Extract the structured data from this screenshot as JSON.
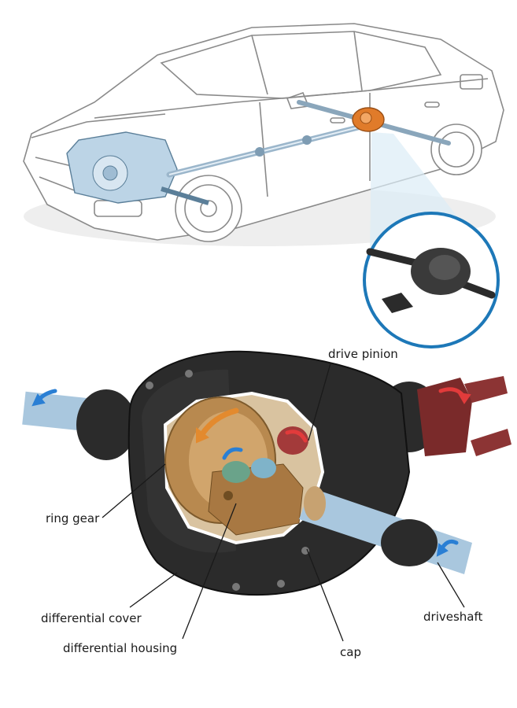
{
  "labels": {
    "drive_pinion": "drive pinion",
    "ring_gear": "ring gear",
    "differential_cover": "differential cover",
    "differential_housing": "differential housing",
    "cap": "cap",
    "driveshaft": "driveshaft"
  },
  "colors": {
    "outline": "#8a8a8a",
    "drivetrain": "#bcd4e6",
    "highlight": "#e07b2a",
    "ring_blue": "#1d78b8",
    "housing_dark": "#2b2b2b",
    "gear_bronze": "#b8894f",
    "shaft_blue": "#a9c7de",
    "yoke_red": "#7a2a2a",
    "arrow_red": "#e23b3b",
    "arrow_blue": "#2a7fd4",
    "arrow_orange": "#e38a2e"
  },
  "icons": [
    "car-illustration",
    "differential-inset-icon",
    "rotation-arrow-icon"
  ]
}
